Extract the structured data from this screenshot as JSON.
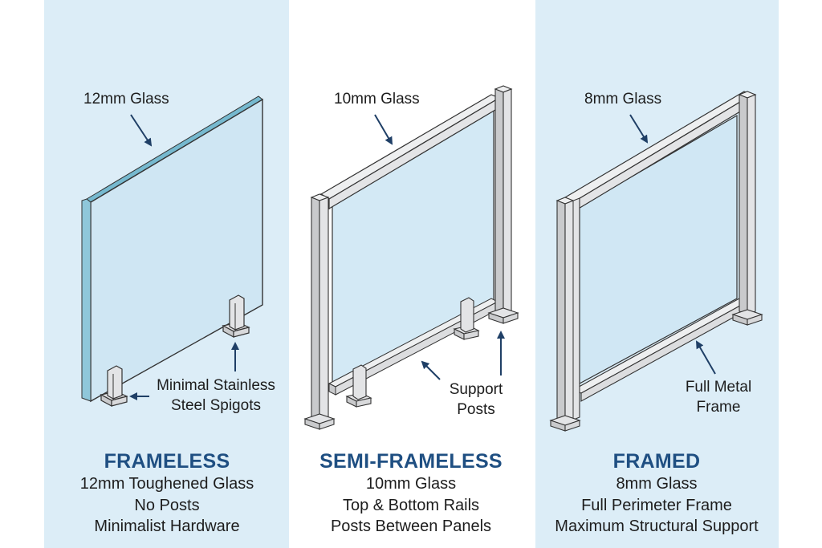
{
  "colors": {
    "panel_bg": "#dcedf7",
    "glass_fill": "#cfe6f3",
    "glass_edge": "#6fb3cc",
    "metal_fill": "#e3e4e6",
    "outline": "#333333",
    "arrow": "#1f3f66",
    "title": "#1f4f82"
  },
  "frameless": {
    "callout_glass": "12mm Glass",
    "callout_spigot_line1": "Minimal Stainless",
    "callout_spigot_line2": "Steel Spigots",
    "title": "FRAMELESS",
    "lines": [
      "12mm Toughened Glass",
      "No Posts",
      "Minimalist Hardware"
    ]
  },
  "semi_frameless": {
    "callout_glass": "10mm Glass",
    "callout_posts_line1": "Support",
    "callout_posts_line2": "Posts",
    "title": "SEMI-FRAMELESS",
    "lines": [
      "10mm Glass",
      "Top & Bottom Rails",
      "Posts Between Panels"
    ]
  },
  "framed": {
    "callout_glass": "8mm Glass",
    "callout_frame_line1": "Full Metal",
    "callout_frame_line2": "Frame",
    "title": "FRAMED",
    "lines": [
      "8mm Glass",
      "Full Perimeter Frame",
      "Maximum Structural Support"
    ]
  }
}
